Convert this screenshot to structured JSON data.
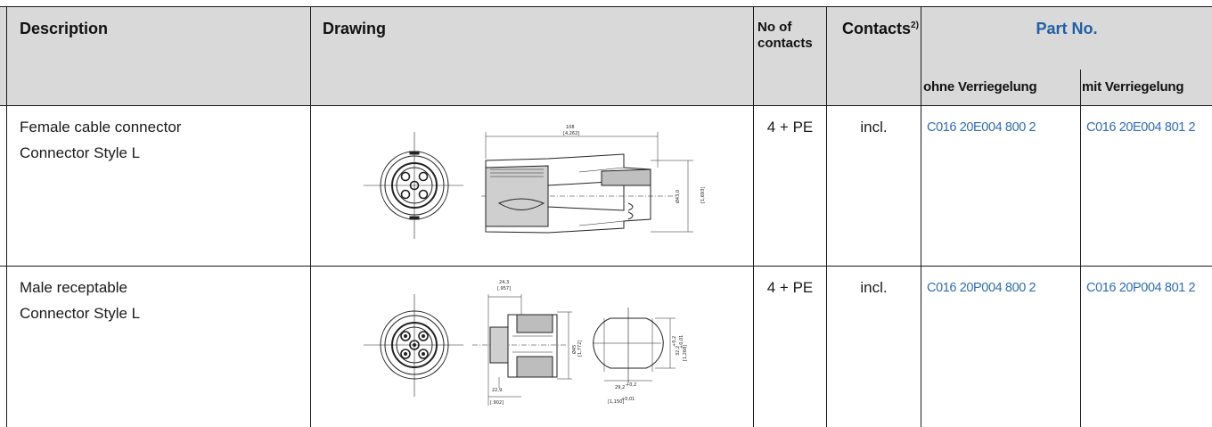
{
  "header": {
    "description": "Description",
    "drawing": "Drawing",
    "no_of_contacts_line1": "No of",
    "no_of_contacts_line2": "contacts",
    "contacts": "Contacts",
    "contacts_sup": "2)",
    "part_no": "Part No.",
    "sub_without_lock": "ohne Verriegelung",
    "sub_with_lock": "mit Verriegelung"
  },
  "rows": [
    {
      "description_line1": "Female cable connector",
      "description_line2": "Connector Style L",
      "no_of_contacts": "4 + PE",
      "contacts": "incl.",
      "part_without_lock": "C016 20E004 800 2",
      "part_with_lock": "C016 20E004 801 2",
      "dims": {
        "length": "108",
        "length_in": "[4,262]",
        "dia": "Ø43,0",
        "dia_in": "[1,693]"
      }
    },
    {
      "description_line1": "Male receptable",
      "description_line2": "Connector Style L",
      "no_of_contacts": "4 + PE",
      "contacts": "incl.",
      "part_without_lock": "C016 20P004 800 2",
      "part_with_lock": "C016 20P004 801 2",
      "dims": {
        "top": "24,3",
        "top_in": "[.957]",
        "dia": "Ø45",
        "dia_in": "[1,772]",
        "bottom": "22,9",
        "bottom_in": "[.902]",
        "cut_h": "32,2",
        "cut_h_tol": "+0,2",
        "cut_h_in": "[1,268]",
        "cut_h_in_tol": "+0,01",
        "cut_w": "29,2",
        "cut_w_tol": "+0,2",
        "cut_w_in": "[1,150]",
        "cut_w_in_tol": "+0,01"
      }
    }
  ]
}
